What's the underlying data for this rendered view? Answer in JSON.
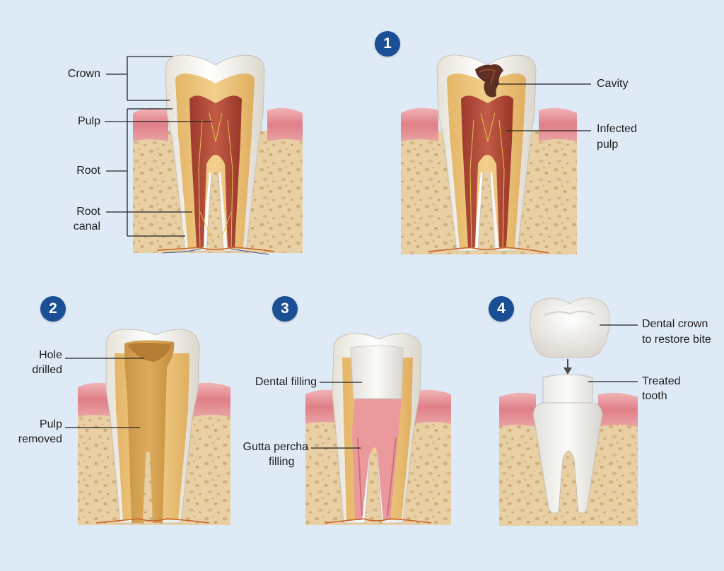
{
  "colors": {
    "background": "#dfeaf7",
    "badge": "#1b4f95",
    "gum": "#e79aa0",
    "bone": "#e8cfa4",
    "enamel": "#f6f4ef",
    "dentin": "#edc67c",
    "pulp": "#b44a3b",
    "cavity": "#5e2f22",
    "leader_line": "#222222"
  },
  "panels": {
    "anatomy": {
      "labels": {
        "crown": "Crown",
        "pulp": "Pulp",
        "root": "Root",
        "root_canal": [
          "Root",
          "canal"
        ]
      }
    },
    "step1": {
      "badge": "1",
      "labels": {
        "cavity": "Cavity",
        "infected_pulp": [
          "Infected",
          "pulp"
        ]
      }
    },
    "step2": {
      "badge": "2",
      "labels": {
        "hole_drilled": [
          "Hole",
          "drilled"
        ],
        "pulp_removed": [
          "Pulp",
          "removed"
        ]
      }
    },
    "step3": {
      "badge": "3",
      "labels": {
        "dental_filling": "Dental filling",
        "gutta_percha": [
          "Gutta percha",
          "filling"
        ]
      }
    },
    "step4": {
      "badge": "4",
      "labels": {
        "dental_crown": [
          "Dental crown",
          "to restore bite"
        ],
        "treated_tooth": [
          "Treated",
          "tooth"
        ]
      }
    }
  }
}
